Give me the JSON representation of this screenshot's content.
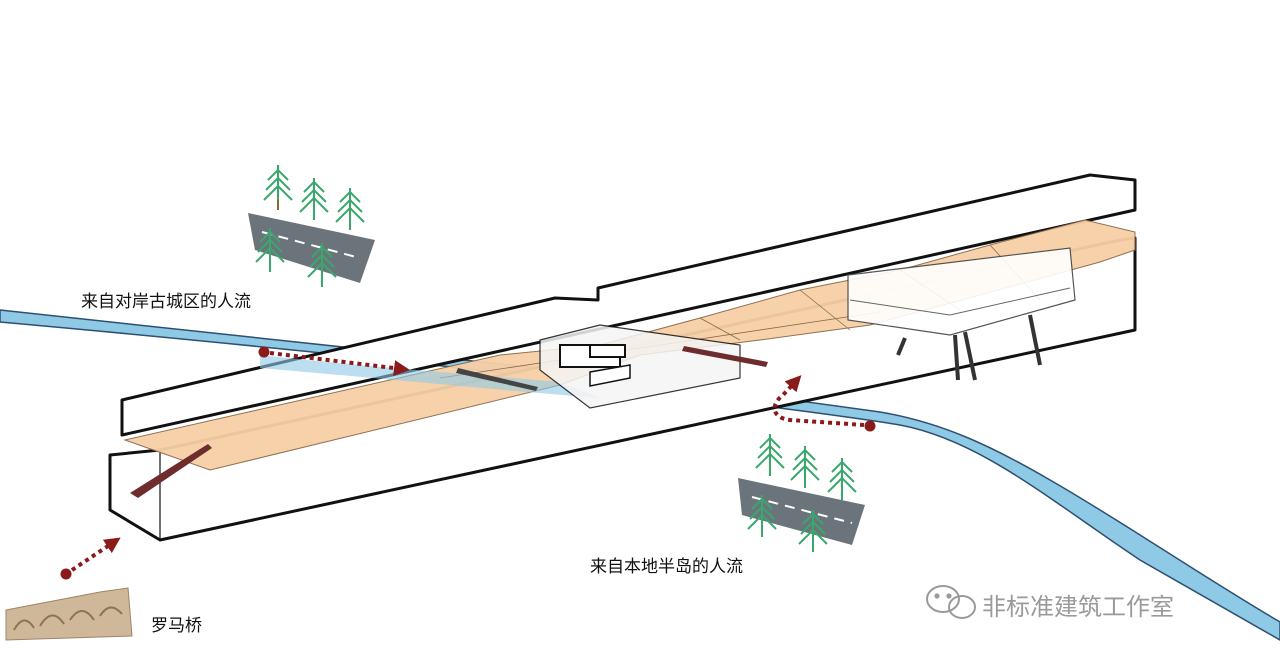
{
  "labels": {
    "flow_old_town": "来自对岸古城区的人流",
    "flow_peninsula": "来自本地半岛的人流",
    "roman_bridge": "罗马桥"
  },
  "watermark": {
    "text": "非标准建筑工作室",
    "icon": "wechat-icon"
  },
  "colors": {
    "river": "#8ecae6",
    "river_edge": "#2f4f6f",
    "deck": "#f7cfa6",
    "flow_arrow": "#8b1a1a",
    "trees": "#3aa76d",
    "road": "#6b747a",
    "ramp": "#6e2c2c"
  }
}
